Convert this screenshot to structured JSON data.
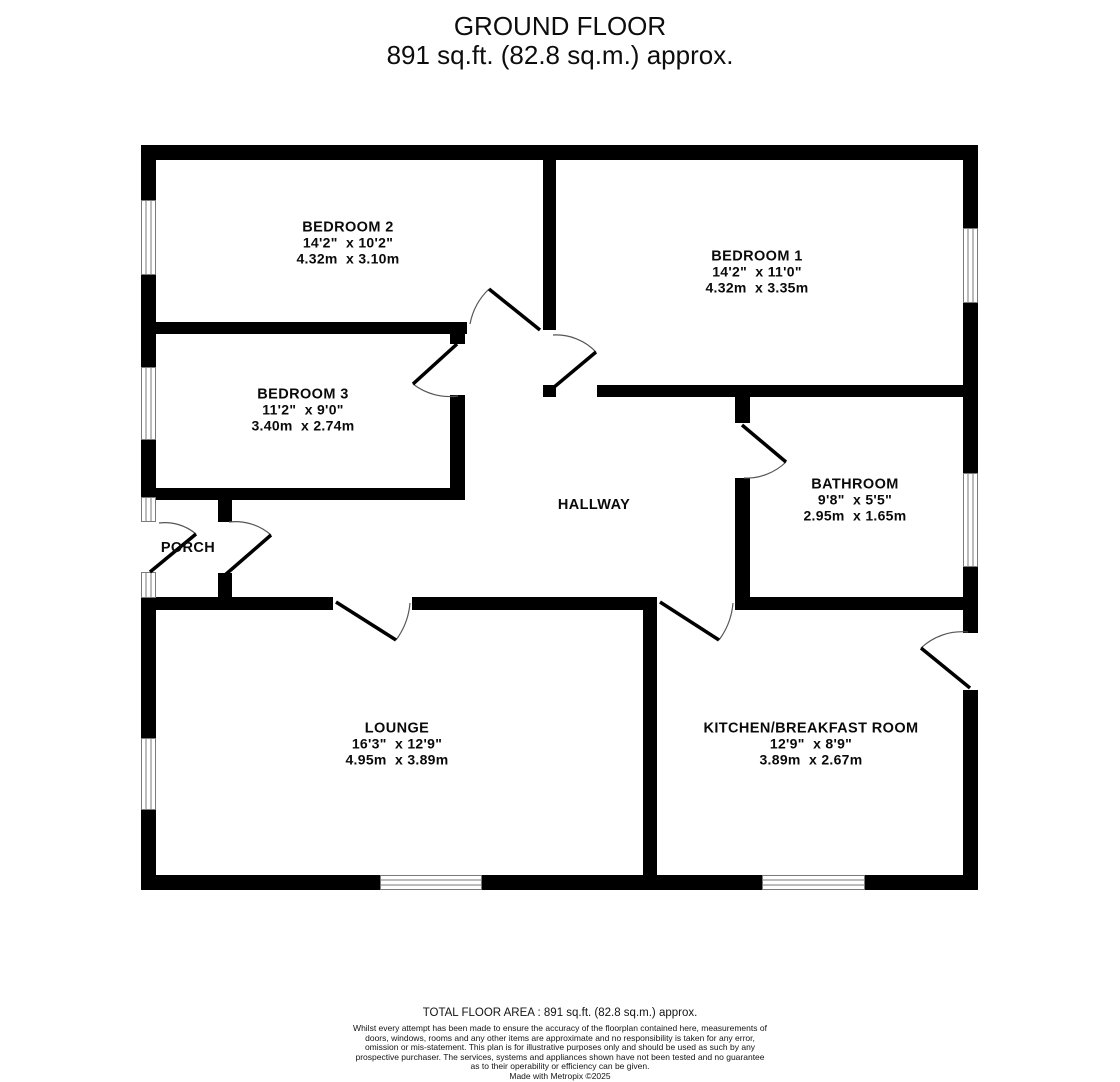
{
  "title": {
    "line1": "GROUND FLOOR",
    "line2": "891 sq.ft. (82.8 sq.m.) approx."
  },
  "rooms": [
    {
      "name": "BEDROOM 2",
      "dims_imperial": "14'2\"  x 10'2\"",
      "dims_metric": "4.32m  x 3.10m"
    },
    {
      "name": "BEDROOM 1",
      "dims_imperial": "14'2\"  x 11'0\"",
      "dims_metric": "4.32m  x 3.35m"
    },
    {
      "name": "BEDROOM 3",
      "dims_imperial": "11'2\"  x 9'0\"",
      "dims_metric": "3.40m  x 2.74m"
    },
    {
      "name": "BATHROOM",
      "dims_imperial": "9'8\"  x 5'5\"",
      "dims_metric": "2.95m  x 1.65m"
    },
    {
      "name": "HALLWAY"
    },
    {
      "name": "PORCH"
    },
    {
      "name": "LOUNGE",
      "dims_imperial": "16'3\"  x 12'9\"",
      "dims_metric": "4.95m  x 3.89m"
    },
    {
      "name": "KITCHEN/BREAKFAST ROOM",
      "dims_imperial": "12'9\"  x 8'9\"",
      "dims_metric": "3.89m  x 2.67m"
    }
  ],
  "footer": {
    "total_area": "TOTAL FLOOR AREA : 891 sq.ft. (82.8 sq.m.) approx.",
    "disclaimer": "Whilst every attempt has been made to ensure the accuracy of the floorplan contained here, measurements of doors, windows, rooms and any other items are approximate and no responsibility is taken for any error, omission or mis-statement. This plan is for illustrative purposes only and should be used as such by any prospective purchaser. The services, systems and appliances shown have not been tested and no guarantee as to their operability or efficiency can be given.",
    "credit": "Made with Metropix ©2025"
  },
  "colors": {
    "wall": "#000000",
    "window_frame": "#7a7a7a",
    "door_arc": "#555555",
    "background": "#ffffff"
  }
}
